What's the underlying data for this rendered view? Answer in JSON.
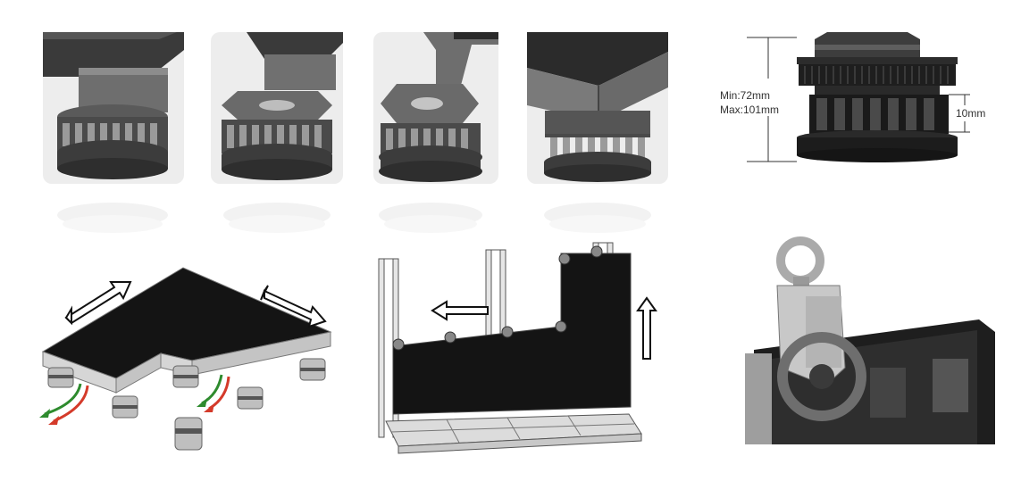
{
  "leveler_spec": {
    "min_label": "Min:72mm",
    "max_label": "Max:101mm",
    "step_label": "10mm"
  },
  "colors": {
    "panel_bg": "#ededed",
    "metal_dark": "#4a4a4a",
    "metal_mid": "#8a8a8a",
    "led_black": "#141414",
    "frame_gray": "#d6d6d6",
    "arrow_green": "#2e8b2e",
    "arrow_red": "#d43a2a"
  }
}
